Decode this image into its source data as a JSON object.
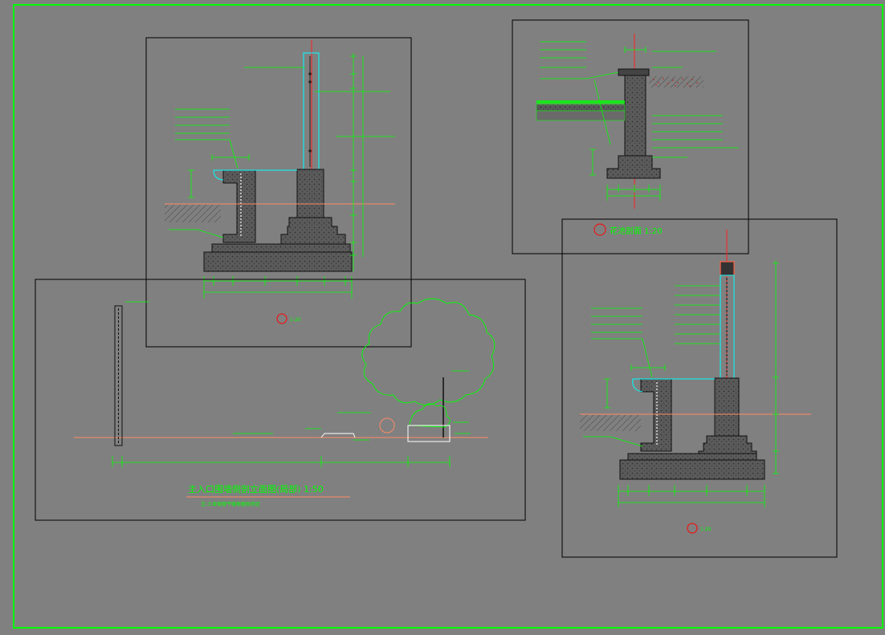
{
  "colors": {
    "background": "#808080",
    "frame": "#00ff00",
    "panel_border": "#000000",
    "annotation": "#00ff00",
    "dimension": "#00ff00",
    "section_line": "#00ffff",
    "center_line": "#ff2020",
    "ground_line": "#ff8a65",
    "callout_circle": "#ff0000",
    "hatch": "#2a2a2a",
    "soil_accent": "#b03030"
  },
  "views": {
    "main_elevation": {
      "title": "主入口围墙侧剖立面图(局部) 1:50",
      "subtitle": "注:土坡坡度平缓根据现场定"
    },
    "curb_section": {
      "title": "花池剖面 1:20"
    },
    "wall_section_a": {
      "scale": "1:20"
    },
    "wall_section_b": {
      "scale": "1:20"
    }
  }
}
